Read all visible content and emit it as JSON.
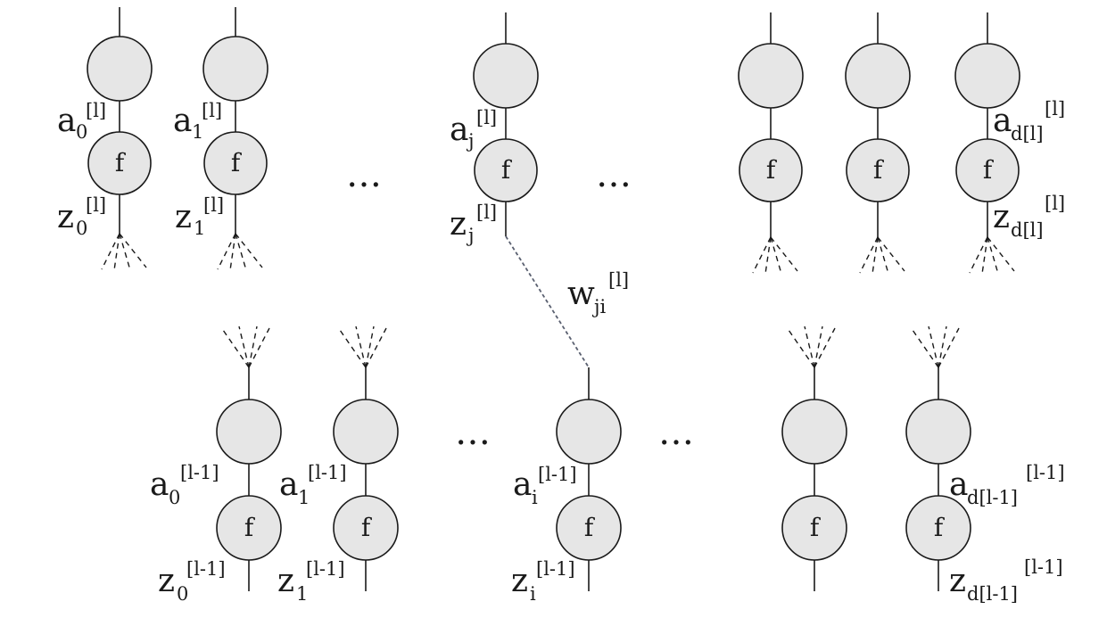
{
  "node_function_label": "f",
  "ellipsis": "…",
  "labels": {
    "a0_l": {
      "base": "a",
      "sub": "0",
      "sup": "[l]"
    },
    "a1_l": {
      "base": "a",
      "sub": "1",
      "sup": "[l]"
    },
    "aj_l": {
      "base": "a",
      "sub": "j",
      "sup": "[l]"
    },
    "ad_l": {
      "base": "a",
      "sub": "d[l]",
      "sup": "[l]"
    },
    "z0_l": {
      "base": "z",
      "sub": "0",
      "sup": "[l]"
    },
    "z1_l": {
      "base": "z",
      "sub": "1",
      "sup": "[l]"
    },
    "zj_l": {
      "base": "z",
      "sub": "j",
      "sup": "[l]"
    },
    "zd_l": {
      "base": "z",
      "sub": "d[l]",
      "sup": "[l]"
    },
    "w_ji": {
      "base": "w",
      "sub": "ji",
      "sup": "[l]"
    },
    "a0_lm": {
      "base": "a",
      "sub": "0",
      "sup": "[l-1]"
    },
    "a1_lm": {
      "base": "a",
      "sub": "1",
      "sup": "[l-1]"
    },
    "ai_lm": {
      "base": "a",
      "sub": "i",
      "sup": "[l-1]"
    },
    "ad_lm": {
      "base": "a",
      "sub": "d[l-1]",
      "sup": "[l-1]"
    },
    "z0_lm": {
      "base": "z",
      "sub": "0",
      "sup": "[l-1]"
    },
    "z1_lm": {
      "base": "z",
      "sub": "1",
      "sup": "[l-1]"
    },
    "zi_lm": {
      "base": "z",
      "sub": "i",
      "sup": "[l-1]"
    },
    "zd_lm": {
      "base": "z",
      "sub": "d[l-1]",
      "sup": "[l-1]"
    }
  },
  "colors": {
    "node_fill": "#e6e6e6",
    "node_stroke": "#1a1a1a",
    "weight_line": "#5a6070"
  }
}
